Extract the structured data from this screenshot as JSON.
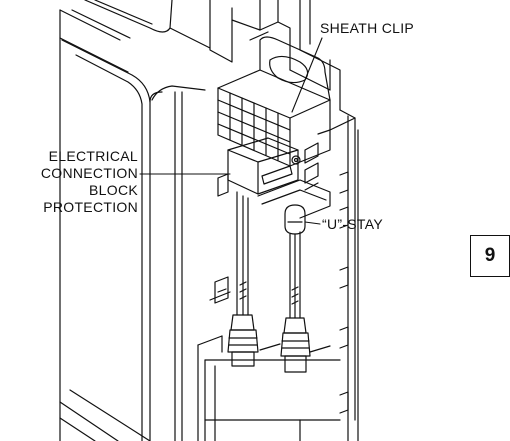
{
  "labels": {
    "sheath_clip": "SHEATH CLIP",
    "electrical_lines": [
      "ELECTRICAL",
      "CONNECTION",
      "BLOCK",
      "PROTECTION"
    ],
    "u_stay": "“U”-STAY"
  },
  "page_number": "9",
  "colors": {
    "line": "#111111",
    "background": "#ffffff"
  }
}
